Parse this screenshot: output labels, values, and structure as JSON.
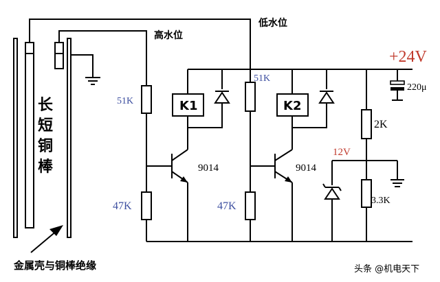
{
  "labels": {
    "high_level": "高水位",
    "low_level": "低水位",
    "rod_chars": [
      "长",
      "短",
      "铜",
      "棒"
    ],
    "insulation_note": "金属壳与铜棒绝缘",
    "supply": "+24V",
    "capacitor": "220μ",
    "relay1": "K1",
    "relay2": "K2",
    "transistor1": "9014",
    "transistor2": "9014",
    "r_top1": "51K",
    "r_bot1": "47K",
    "r_top2": "51K",
    "r_bot2": "47K",
    "r_2k": "2K",
    "r_33k": "3.3K",
    "zener": "12V",
    "watermark": "头条 @机电天下"
  },
  "colors": {
    "wire": "#000000",
    "label_blue": "#3d4fa0",
    "supply_red": "#c0392b",
    "background": "#ffffff"
  }
}
